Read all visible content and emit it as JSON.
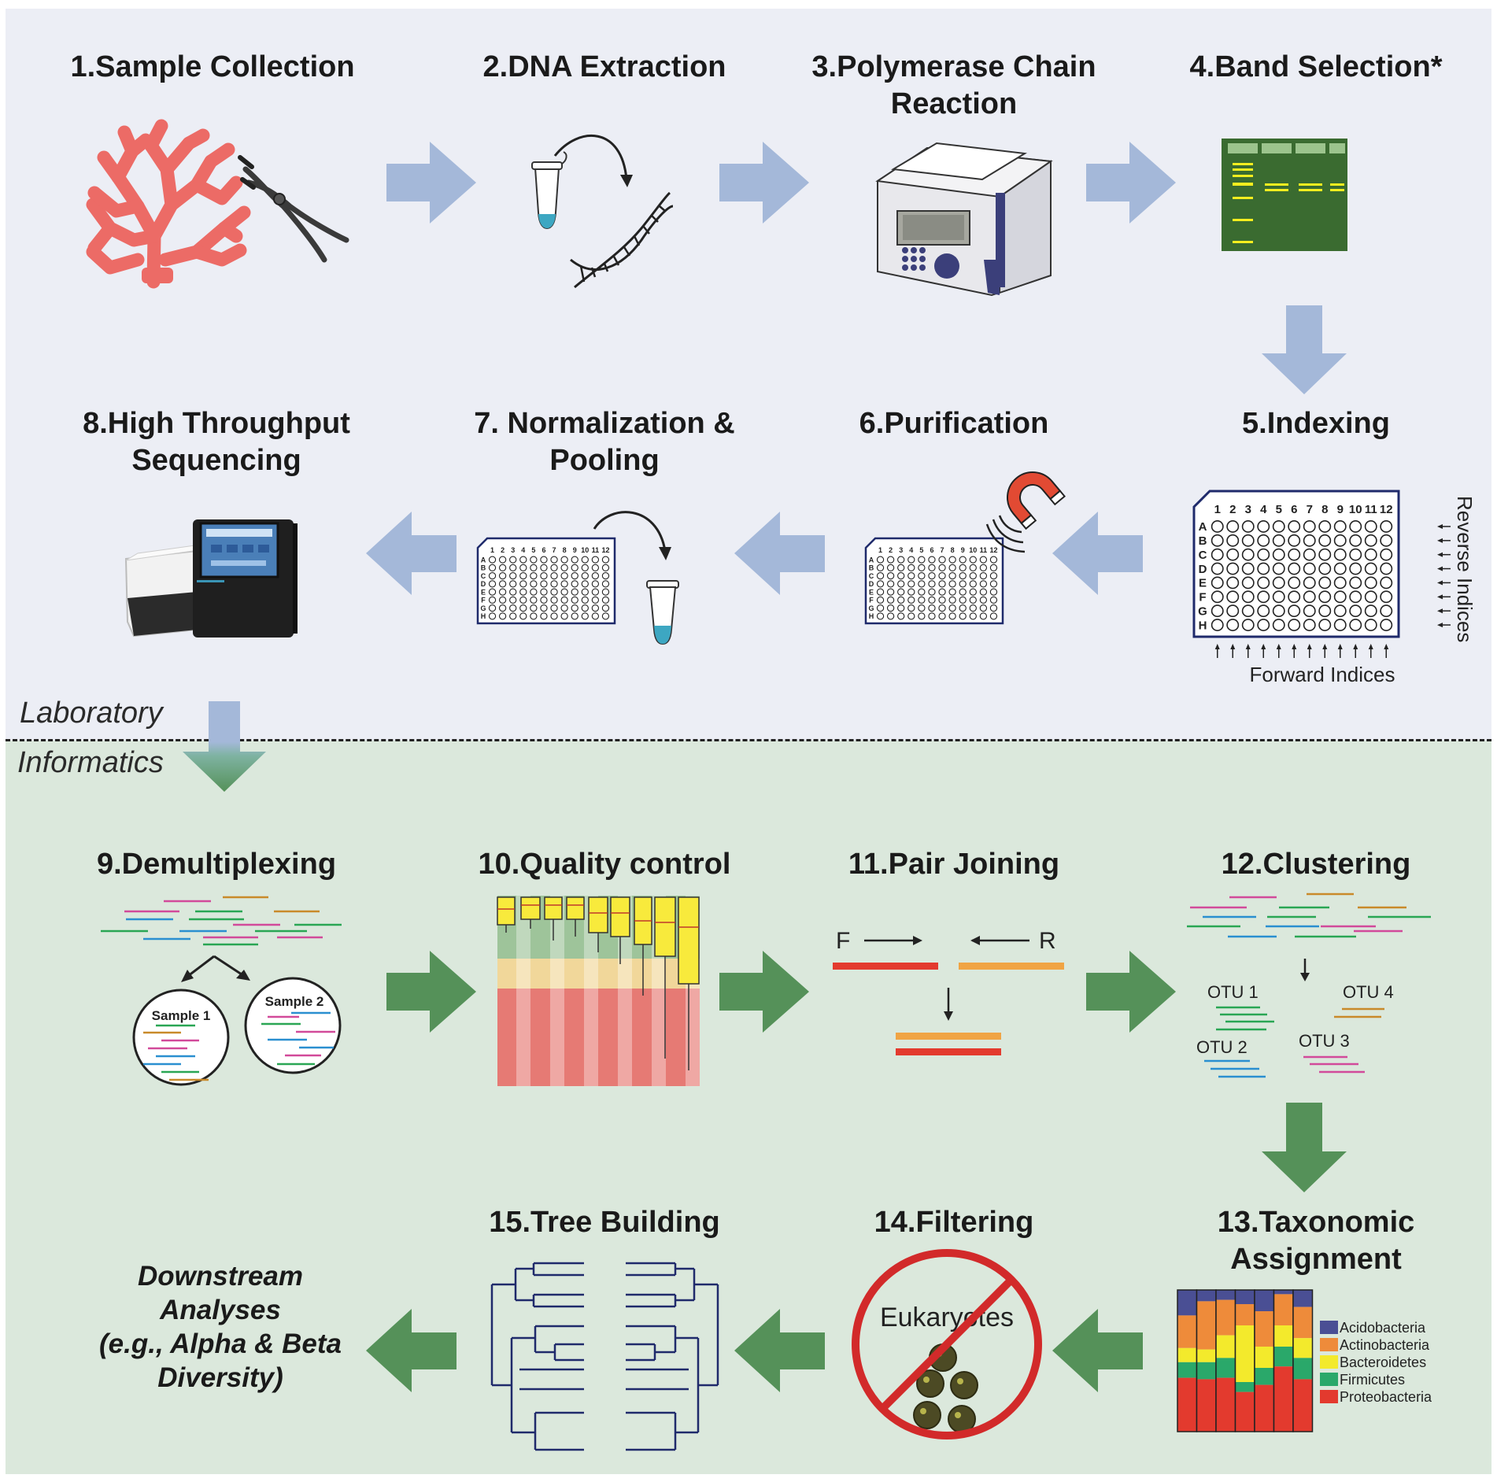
{
  "sections": {
    "laboratory": "Laboratory",
    "informatics": "Informatics"
  },
  "steps": [
    {
      "label": "1.Sample Collection"
    },
    {
      "label": "2.DNA Extraction"
    },
    {
      "label": "3.Polymerase Chain\nReaction"
    },
    {
      "label": "4.Band Selection*"
    },
    {
      "label": "5.Indexing"
    },
    {
      "label": "6.Purification"
    },
    {
      "label": "7. Normalization &\nPooling"
    },
    {
      "label": "8.High Throughput\nSequencing"
    },
    {
      "label": "9.Demultiplexing"
    },
    {
      "label": "10.Quality control"
    },
    {
      "label": "11.Pair Joining"
    },
    {
      "label": "12.Clustering"
    },
    {
      "label": "13.Taxonomic\nAssignment"
    },
    {
      "label": "14.Filtering"
    },
    {
      "label": "15.Tree Building"
    }
  ],
  "downstream": "Downstream\nAnalyses\n(e.g., Alpha & Beta\nDiversity)",
  "plate": {
    "rows": [
      "A",
      "B",
      "C",
      "D",
      "E",
      "F",
      "G",
      "H"
    ],
    "columns": [
      "1",
      "2",
      "3",
      "4",
      "5",
      "6",
      "7",
      "8",
      "9",
      "10",
      "11",
      "12"
    ],
    "forward_label": "Forward Indices",
    "reverse_label": "Reverse Indices"
  },
  "demultiplexing": {
    "sample1": "Sample 1",
    "sample2": "Sample 2"
  },
  "pair_joining": {
    "forward": "F",
    "reverse": "R"
  },
  "clustering": {
    "otus": [
      "OTU 1",
      "OTU 2",
      "OTU 3",
      "OTU 4"
    ]
  },
  "filtering": {
    "label": "Eukaryotes"
  },
  "taxonomy": {
    "legend": [
      {
        "name": "Acidobacteria",
        "color": "#4a4f94"
      },
      {
        "name": "Actinobacteria",
        "color": "#ee8b3a"
      },
      {
        "name": "Bacteroidetes",
        "color": "#f3ea2c"
      },
      {
        "name": "Firmicutes",
        "color": "#2aa86a"
      },
      {
        "name": "Proteobacteria",
        "color": "#e33a2e"
      }
    ]
  },
  "colors": {
    "lab_arrow": "#a4b8d9",
    "inf_arrow": "#559159",
    "coral": "#ec6b66",
    "plate_border": "#1f2a6b",
    "gel_green": "#3a6b30",
    "gel_band": "#f5ee1f"
  }
}
